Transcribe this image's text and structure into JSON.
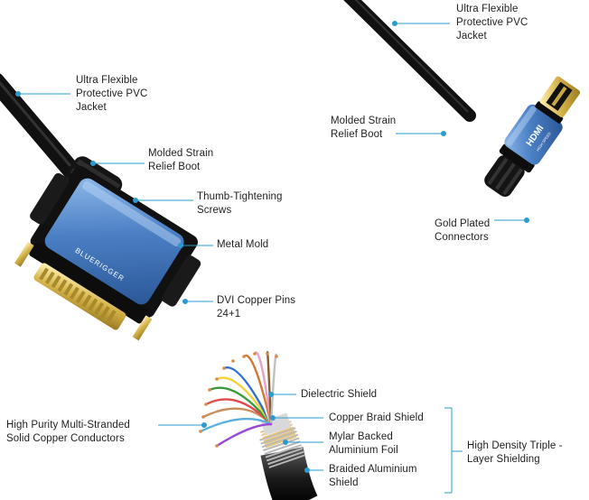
{
  "dvi": {
    "jacket": "Ultra Flexible\nProtective PVC\nJacket",
    "strain_boot": "Molded Strain\nRelief Boot",
    "screws": "Thumb-Tightening\nScrews",
    "metal_mold": "Metal Mold",
    "pins": "DVI Copper Pins\n24+1",
    "brand_text": "BLUERIGGER",
    "connector_color": "#4a7fc4"
  },
  "hdmi": {
    "jacket": "Ultra Flexible\nProtective PVC\nJacket",
    "strain_boot": "Molded Strain\nRelief Boot",
    "gold_connectors": "Gold Plated\nConnectors",
    "logo_text": "HDMI",
    "sub_text": "HIGH SPEED",
    "connector_color": "#4a7fc4"
  },
  "cross_section": {
    "conductors": "High Purity Multi-Stranded\nSolid Copper Conductors",
    "dielectric": "Dielectric Shield",
    "copper_braid": "Copper Braid Shield",
    "mylar": "Mylar Backed\nAluminium Foil",
    "braided_al": "Braided Aluminium\nShield",
    "triple": "High Density Triple -\nLayer Shielding"
  },
  "colors": {
    "leader": "#2a9bd0",
    "gold": "#d4b24a"
  }
}
